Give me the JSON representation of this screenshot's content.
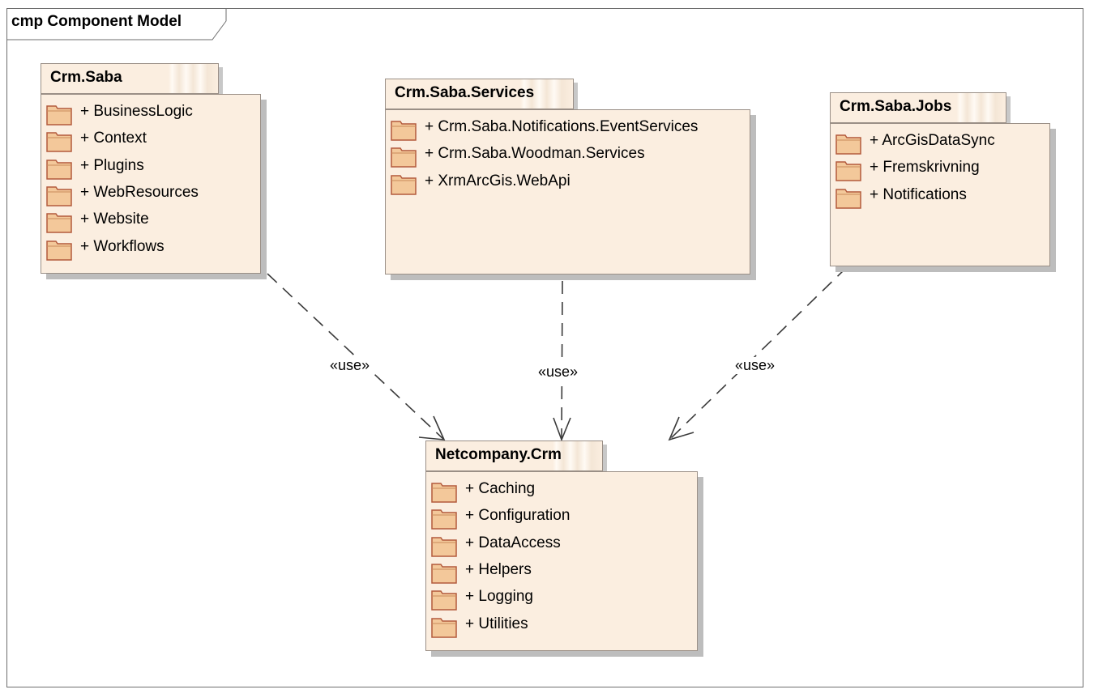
{
  "frame": {
    "title": "cmp Component Model"
  },
  "packages": [
    {
      "name": "Crm.Saba",
      "items": [
        "+ BusinessLogic",
        "+ Context",
        "+ Plugins",
        "+ WebResources",
        "+ Website",
        "+ Workflows"
      ]
    },
    {
      "name": "Crm.Saba.Services",
      "items": [
        "+ Crm.Saba.Notifications.EventServices",
        "+ Crm.Saba.Woodman.Services",
        "+ XrmArcGis.WebApi"
      ]
    },
    {
      "name": "Crm.Saba.Jobs",
      "items": [
        "+ ArcGisDataSync",
        "+ Fremskrivning",
        "+ Notifications"
      ]
    },
    {
      "name": "Netcompany.Crm",
      "items": [
        "+ Caching",
        "+ Configuration",
        "+ DataAccess",
        "+ Helpers",
        "+ Logging",
        "+ Utilities"
      ]
    }
  ],
  "dependencies": [
    {
      "from": "Crm.Saba",
      "to": "Netcompany.Crm",
      "stereotype": "«use»"
    },
    {
      "from": "Crm.Saba.Services",
      "to": "Netcompany.Crm",
      "stereotype": "«use»"
    },
    {
      "from": "Crm.Saba.Jobs",
      "to": "Netcompany.Crm",
      "stereotype": "«use»"
    }
  ],
  "icons": {
    "package_item": "folder-icon"
  },
  "colors": {
    "package_fill": "#fbeee0",
    "package_border": "#9a8f86",
    "shadow": "#bdbdbd",
    "folder": "#f3c89a",
    "folder_edge": "#b35a3c"
  }
}
